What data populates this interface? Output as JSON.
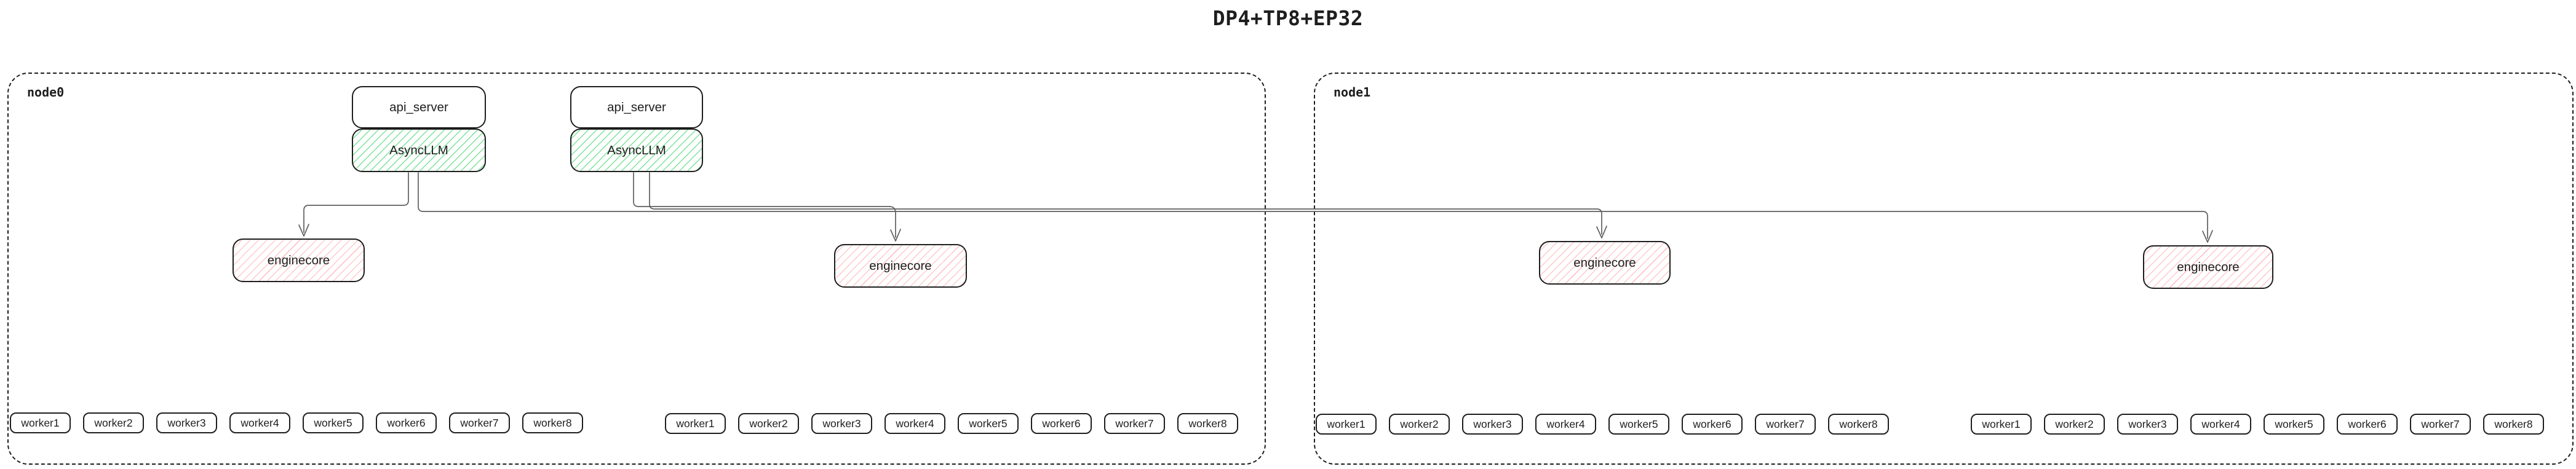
{
  "title": "DP4+TP8+EP32",
  "colors": {
    "background": "#ffffff",
    "box_border": "#1e1e1e",
    "text": "#1e1e1e",
    "async_llm_hatch": "#7be39a",
    "enginecore_hatch": "#ffb9b9",
    "arrow": "#5f5f5f"
  },
  "node0": {
    "label": "node0",
    "api_servers": [
      {
        "label": "api_server",
        "llm_label": "AsyncLLM"
      },
      {
        "label": "api_server",
        "llm_label": "AsyncLLM"
      }
    ],
    "enginecores": [
      {
        "label": "enginecore"
      },
      {
        "label": "enginecore"
      }
    ],
    "worker_groups": [
      [
        "worker1",
        "worker2",
        "worker3",
        "worker4",
        "worker5",
        "worker6",
        "worker7",
        "worker8"
      ],
      [
        "worker1",
        "worker2",
        "worker3",
        "worker4",
        "worker5",
        "worker6",
        "worker7",
        "worker8"
      ]
    ]
  },
  "node1": {
    "label": "node1",
    "enginecores": [
      {
        "label": "enginecore"
      },
      {
        "label": "enginecore"
      }
    ],
    "worker_groups": [
      [
        "worker1",
        "worker2",
        "worker3",
        "worker4",
        "worker5",
        "worker6",
        "worker7",
        "worker8"
      ],
      [
        "worker1",
        "worker2",
        "worker3",
        "worker4",
        "worker5",
        "worker6",
        "worker7",
        "worker8"
      ]
    ]
  }
}
